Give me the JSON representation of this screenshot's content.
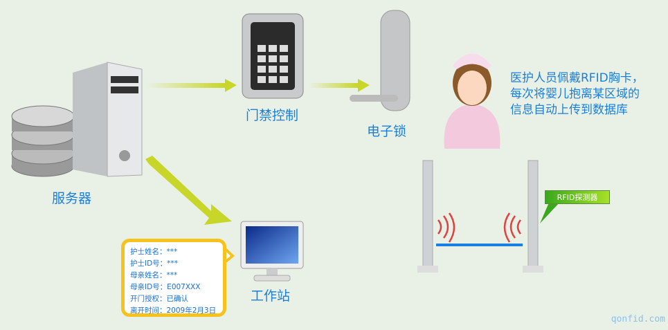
{
  "labels": {
    "server": "服务器",
    "access_control": "门禁控制",
    "lock": "电子锁",
    "workstation": "工作站"
  },
  "note": {
    "lines": [
      "医护人员佩戴RFID胸卡，",
      "每次将婴儿抱离某区域的",
      "信息自动上传到数据库"
    ]
  },
  "detector_tag": "RFID探测器",
  "info_box": {
    "lines": [
      "护士姓名：***",
      "护士ID号：***",
      "母亲姓名：***",
      "母亲ID号：E007XXX",
      "开门授权：已确认",
      "离开时间：2009年2月3日"
    ]
  },
  "watermark": "qonfid.com",
  "colors": {
    "background": "#e9f1e7",
    "label": "#1a7fd8",
    "arrow": "#c8d62a",
    "box_border": "#f6c21d"
  }
}
